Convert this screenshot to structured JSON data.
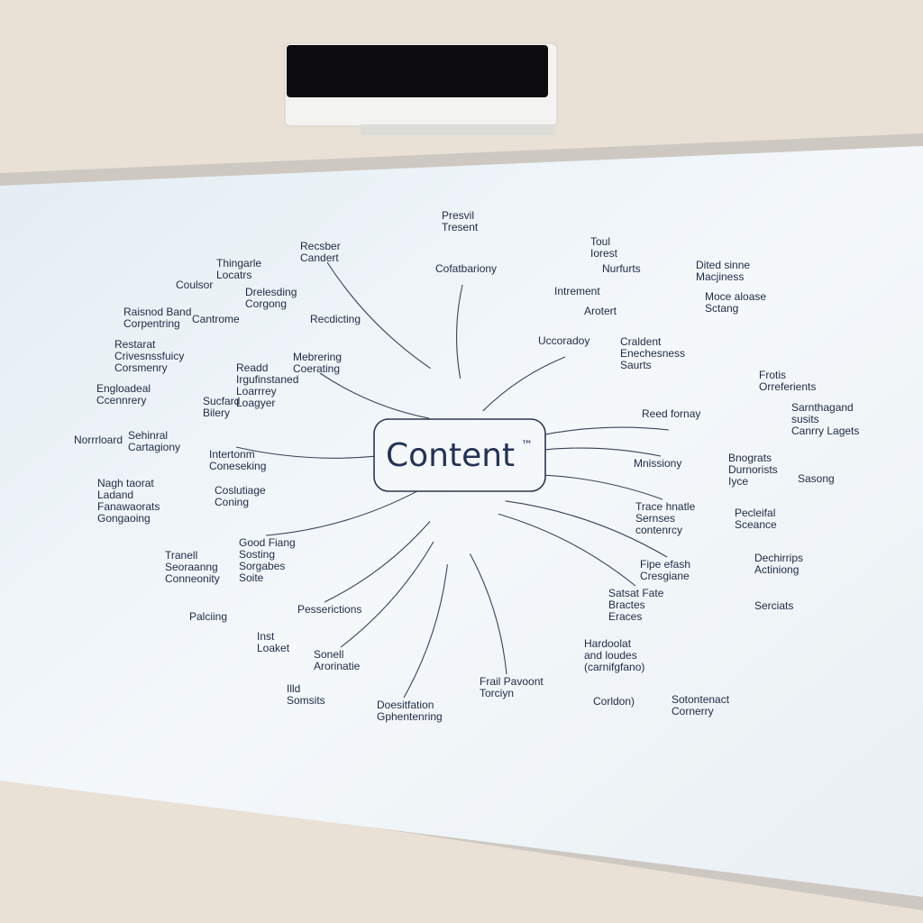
{
  "center": {
    "label": "Content",
    "mark": "™"
  },
  "nodes": [
    "Presvil\nTresent",
    "Cofatbariony",
    "Recsber\nCandert",
    "Toul\nIorest",
    "Nurfurts",
    "Intrement",
    "Arotert",
    "Uccoradoy",
    "Dited sinne\nMacjiness",
    "Moce aloase\nSctang",
    "Craldent\nEnechesness\nSaurts",
    "Frotis\nOrreferients",
    "Reed fornay",
    "Sarnthagand\nsusits\nCanrry Lagets",
    "Mnissiony",
    "Bnograts\nDurnorists\nIyce",
    "Sasong",
    "Trace hnatle\nSernses\ncontenrcy",
    "Pecleifal\nSceance",
    "Fipe efash\nCresgiane",
    "Dechirrips\nActiniong",
    "Serciats",
    "Satsat Fate\nBractes\nEraces",
    "Hardoolat\nand loudes\n(carnifgfano)",
    "Corldon)",
    "Sotontenact\nCornerry",
    "Frail Pavoont\nTorciyn",
    "Doesitfation\nGphentenring",
    "Sonell\nArorinatie",
    "Illd\nSomsits",
    "Pesserictions",
    "Palciing",
    "Inst\nLoaket",
    "Tranell\nSeoraanng\nConneonity",
    "Good Fiang\nSosting\nSorgabes\nSoite",
    "Intertonm\nConeseking",
    "Coslutiage\nConing",
    "Norrrloard",
    "Sehinral\nCartagiony",
    "Nagh taorat\nLadand\nFanawaorats\nGongaoing",
    "Engloadeal\nCcennrery",
    "Readd\nIrgufinstaned\nLoarrrey\nLoagyer",
    "Sucfard\nBilery",
    "Mebrering\nCoerating",
    "Recdicting",
    "Cantrome",
    "Raisnod Band\nCorpentring",
    "Restarat\nCrivesnssfuicy\nCorsmenry",
    "Coulsor",
    "Thingarle\nLocatrs",
    "Drelesding\nCorgong"
  ],
  "colors": {
    "wall": "#e9e1d6",
    "board": "#f2f6f9",
    "ink": "#1f2a44",
    "frame": "#c9c6c0"
  }
}
